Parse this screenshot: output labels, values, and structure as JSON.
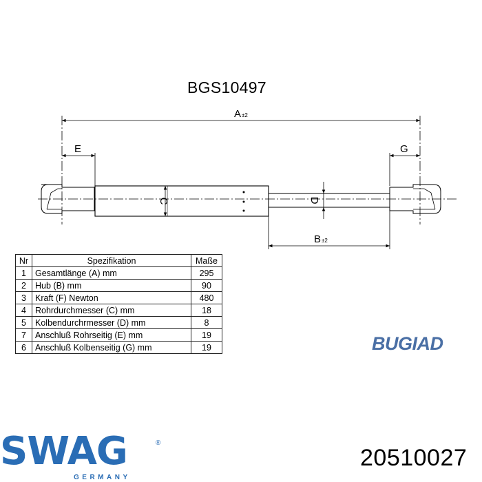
{
  "diagram": {
    "title": "BGS10497",
    "labels": {
      "A": "A",
      "A_sub": "±2",
      "B": "B",
      "B_sub": "±2",
      "C": "C",
      "D": "D",
      "E": "E",
      "G": "G"
    }
  },
  "spec_table": {
    "headers": [
      "Nr",
      "Spezifikation",
      "Maße"
    ],
    "rows": [
      {
        "nr": "1",
        "spec": "Gesamtlänge (A) mm",
        "value": "295"
      },
      {
        "nr": "2",
        "spec": "Hub (B)  mm",
        "value": "90"
      },
      {
        "nr": "3",
        "spec": "Kraft (F) Newton",
        "value": "480"
      },
      {
        "nr": "4",
        "spec": "Rohrdurchmesser (C) mm",
        "value": "18"
      },
      {
        "nr": "5",
        "spec": "Kolbendurchrmesser (D) mm",
        "value": "8"
      },
      {
        "nr": "7",
        "spec": "Anschluß Rohrseitig (E) mm",
        "value": "19"
      },
      {
        "nr": "6",
        "spec": "Anschluß Kolbenseitig (G) mm",
        "value": "19"
      }
    ]
  },
  "brands": {
    "bugiad": "BUGIAD",
    "swag": "SWAG",
    "swag_registered": "®",
    "swag_country": "GERMANY"
  },
  "part_number": "20510027",
  "colors": {
    "bugiad_blue": "#4a6fa5",
    "swag_blue": "#2a6db5"
  }
}
